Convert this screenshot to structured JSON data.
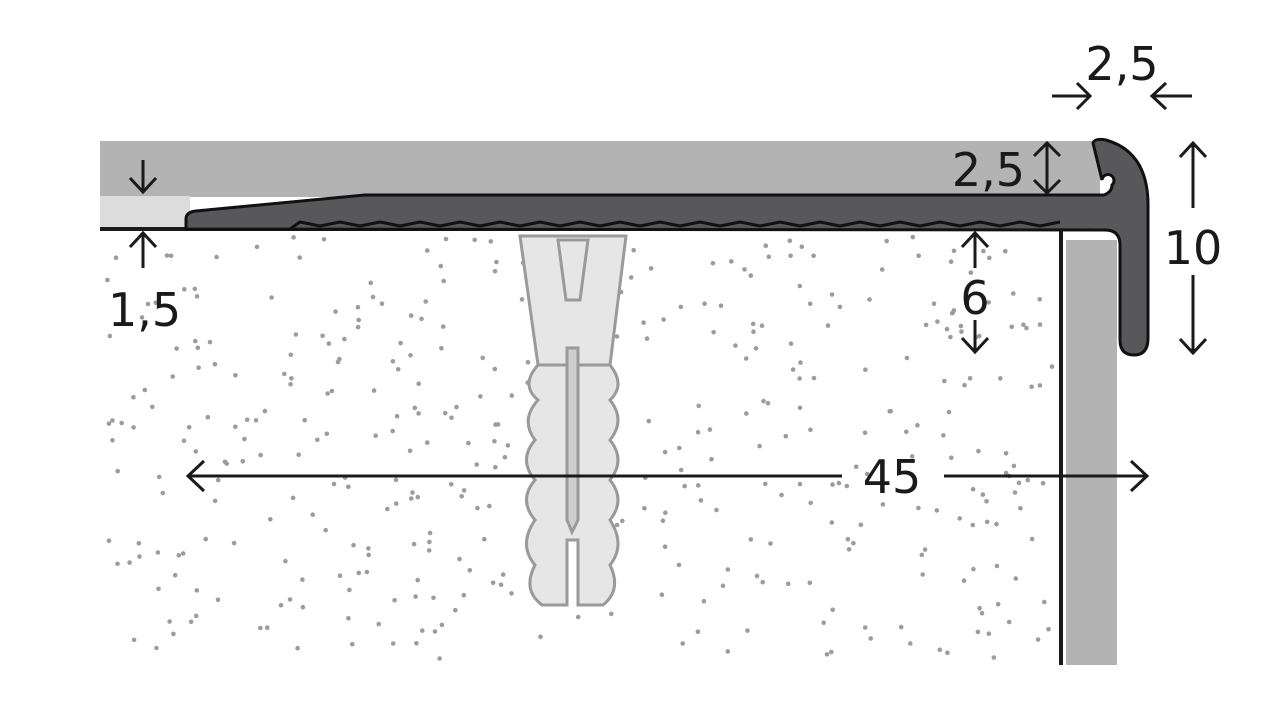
{
  "diagram": {
    "type": "stair nosing profile cross-section",
    "dimensions": {
      "nose_thickness": "2,5",
      "tread_thickness": "2,5",
      "nose_height": "10",
      "edge_height": "1,5",
      "grip_depth": "6",
      "width": "45"
    },
    "colors": {
      "profile": "#58585a",
      "covering": "#b3b3b3",
      "covering_light": "#dcdcdc",
      "dowel": "#e6e6e6",
      "dowel_stroke": "#9a9a9a",
      "concrete_dots": "#9c9c9c",
      "wall": "#b3b3b3"
    }
  }
}
